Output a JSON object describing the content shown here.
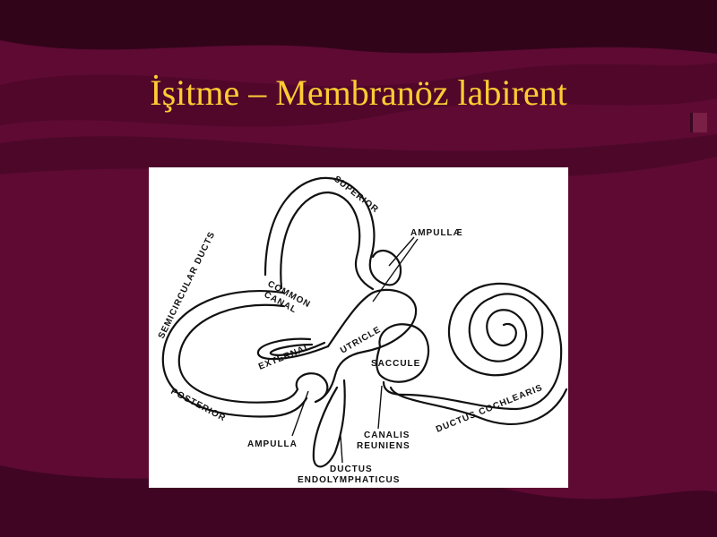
{
  "slide": {
    "title": "İşitme – Membranöz labirent"
  },
  "colors": {
    "background": "#5e0a33",
    "title": "#ffcc33",
    "panel": "#ffffff",
    "ink": "#111111"
  },
  "diagram": {
    "labels": {
      "semicircular_ducts": "SEMICIRCULAR  DUCTS",
      "superior": "SUPERIOR",
      "ampullae": "AMPULLÆ",
      "common_canal_1": "COMMON",
      "common_canal_2": "CANAL",
      "external": "EXTERNAL",
      "utricle": "UTRICLE",
      "saccule": "SACCULE",
      "posterior": "POSTERIOR",
      "ampulla": "AMPULLA",
      "canalis_reuniens_1": "CANALIS",
      "canalis_reuniens_2": "REUNIENS",
      "ductus_cochlearis": "DUCTUS  COCHLEARIS",
      "ductus_endolymphaticus_1": "DUCTUS",
      "ductus_endolymphaticus_2": "ENDOLYMPHATICUS"
    }
  }
}
